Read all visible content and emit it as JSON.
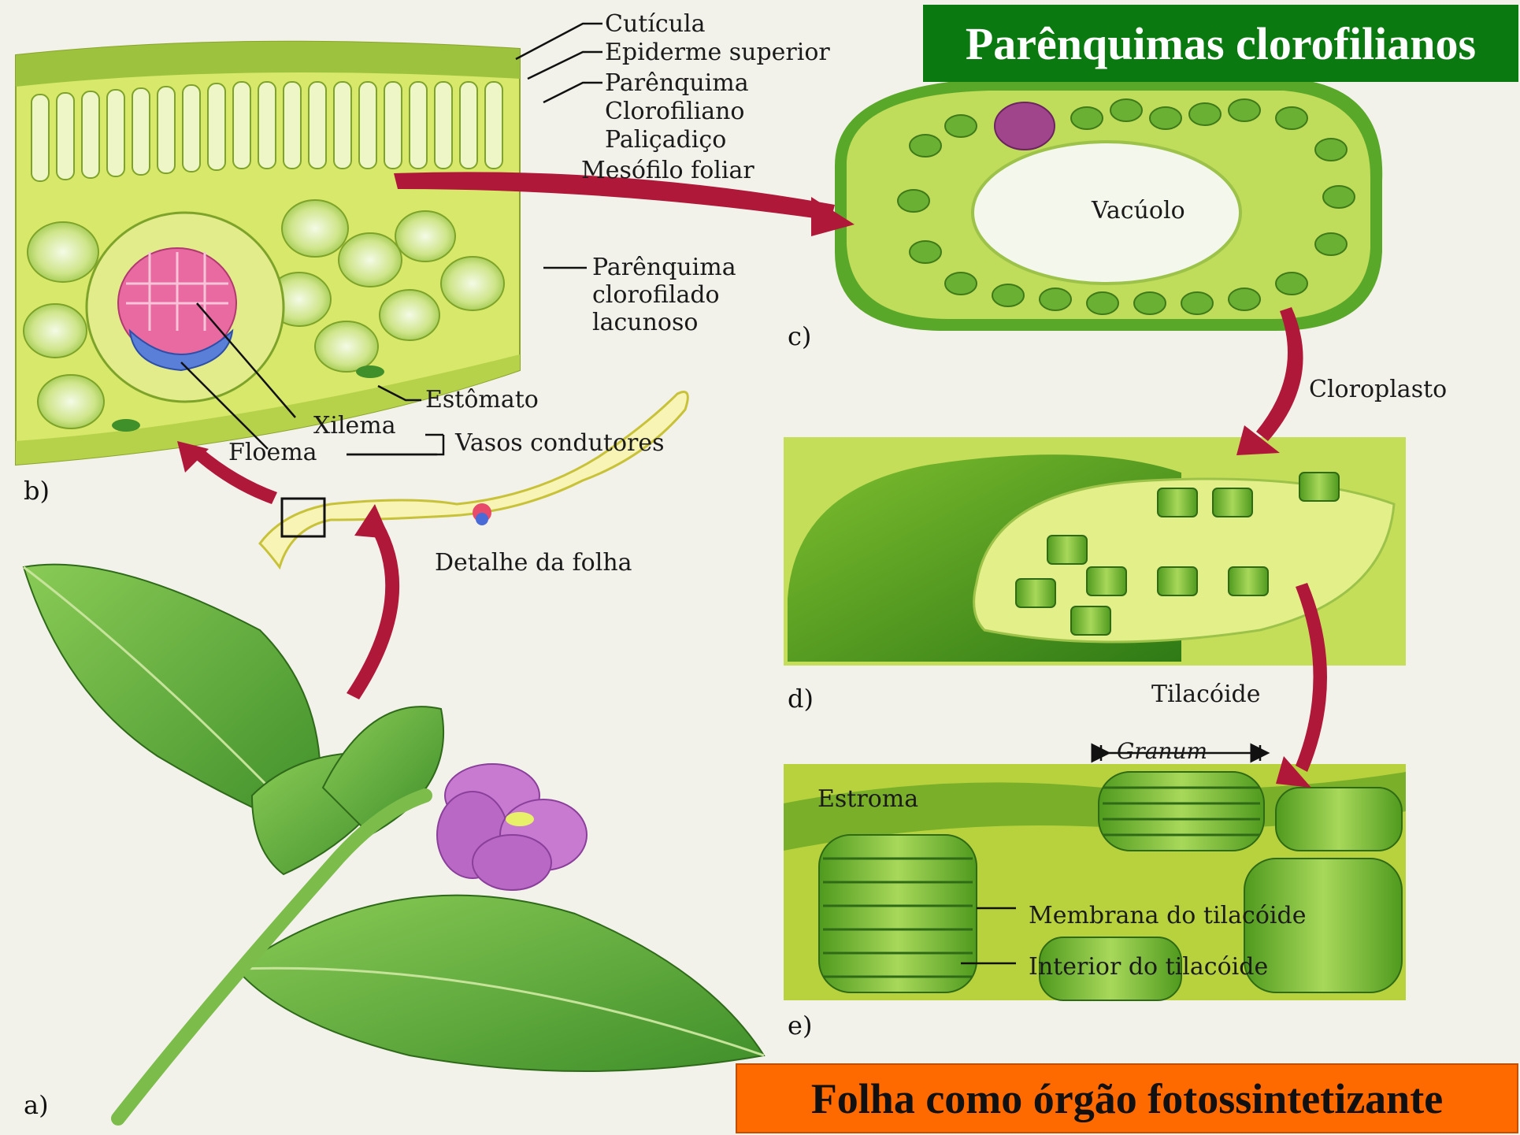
{
  "title": "Parênquimas clorofilianos",
  "footer": "Folha como órgão fotossintetizante",
  "panels": {
    "a": "a)",
    "b": "b)",
    "c": "c)",
    "d": "d)",
    "e": "e)"
  },
  "labels": {
    "cuticula": "Cutícula",
    "epiderme_superior": "Epiderme superior",
    "parenquima_1": "Parênquima",
    "clorofiliano": "Clorofiliano",
    "palicadico": "Paliçadiço",
    "mesofilo_foliar": "Mesófilo foliar",
    "parenquima_2": "Parênquima",
    "clorofilado": "clorofilado",
    "lacunoso": "lacunoso",
    "estomato": "Estômato",
    "xilema": "Xilema",
    "floema": "Floema",
    "vasos_condutores": "Vasos condutores",
    "detalhe_da_folha": "Detalhe da folha",
    "vacuolo": "Vacúolo",
    "cloroplasto": "Cloroplasto",
    "tilacoide": "Tilacóide",
    "granum": "Granum",
    "estroma": "Estroma",
    "membrana_do_tilacoide": "Membrana do tilacóide",
    "interior_do_tilacoide": "Interior do tilacóide"
  },
  "colors": {
    "title_bg": "#0a7a10",
    "footer_bg": "#ff6a00",
    "arrow": "#b0183a",
    "leaf": "#5fae3a",
    "tissue": "#c9df4a"
  }
}
